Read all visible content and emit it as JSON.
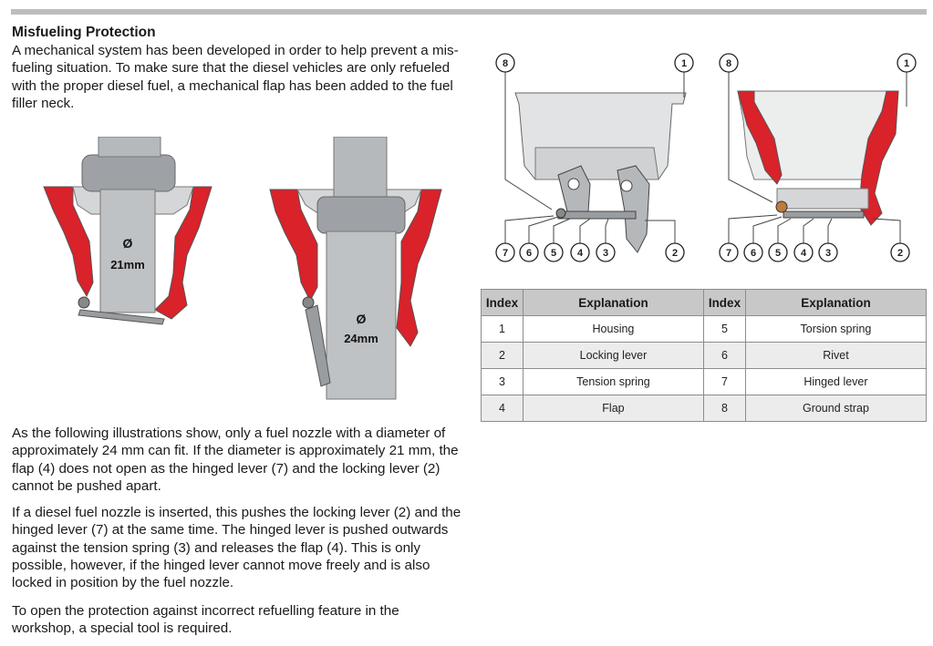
{
  "header": {
    "title": "Misfueling Protection"
  },
  "intro": "A mechanical system has been developed in order to help prevent a mis-fueling situation.  To make sure that the diesel vehicles are only refueled with the proper diesel fuel, a mechanical flap has been added to the fuel filler neck.",
  "figures": {
    "nozzle_small": {
      "symbol": "Ø",
      "size": "21mm"
    },
    "nozzle_large": {
      "symbol": "Ø",
      "size": "24mm"
    },
    "callouts": [
      "8",
      "1",
      "7",
      "6",
      "5",
      "4",
      "3",
      "2"
    ]
  },
  "table": {
    "headers": [
      "Index",
      "Explanation",
      "Index",
      "Explanation"
    ],
    "rows": [
      [
        "1",
        "Housing",
        "5",
        "Torsion spring"
      ],
      [
        "2",
        "Locking lever",
        "6",
        "Rivet"
      ],
      [
        "3",
        "Tension spring",
        "7",
        "Hinged lever"
      ],
      [
        "4",
        "Flap",
        "8",
        "Ground strap"
      ]
    ]
  },
  "body": {
    "p1": "As the following illustrations show, only a fuel nozzle with a diameter of approximately 24 mm can fit.  If the diameter is approximately 21 mm, the flap (4) does not open as the hinged lever (7) and the locking lever (2) cannot be pushed apart.",
    "p2": "If a diesel fuel nozzle is inserted, this pushes the locking lever (2) and the hinged lever (7) at the same time. The hinged lever is pushed outwards against the tension spring (3) and releases the flap (4). This is only possible, however, if the hinged lever cannot move freely and is also locked in position by the fuel nozzle.",
    "p3": "To open the protection against incorrect refuelling feature in the workshop, a special tool is required."
  },
  "colors": {
    "accent_red": "#d9222a",
    "metal_gray": "#c9cbcd",
    "rule_gray": "#bdbdbd"
  }
}
